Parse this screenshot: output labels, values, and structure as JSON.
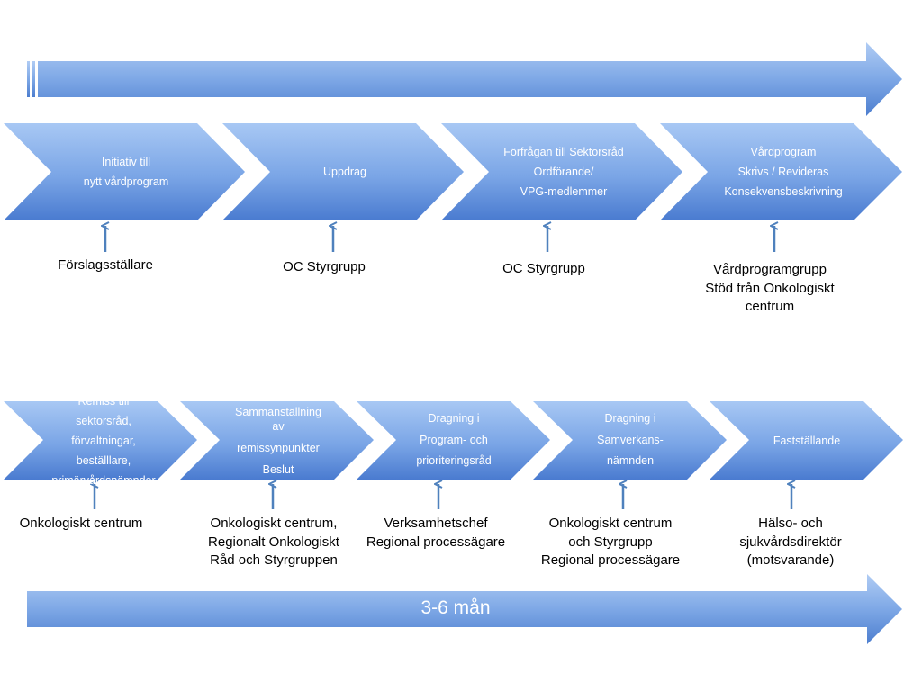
{
  "colors": {
    "chevron_light": "#a8c8f4",
    "chevron_dark": "#4a7bd0",
    "arrow_stroke": "#4f81bd",
    "text_white": "#ffffff",
    "text_black": "#000000"
  },
  "row1": [
    {
      "lines": [
        "Initiativ till",
        "nytt vårdprogram"
      ],
      "responsible": [
        "Förslagsställare"
      ]
    },
    {
      "lines": [
        "Uppdrag"
      ],
      "responsible": [
        "OC Styrgrupp"
      ]
    },
    {
      "lines": [
        "Förfrågan till Sektorsråd",
        "Ordförande/",
        "VPG-medlemmer"
      ],
      "responsible": [
        "OC Styrgrupp"
      ]
    },
    {
      "lines": [
        "Vårdprogram",
        "Skrivs / Revideras",
        "Konsekvensbeskrivning"
      ],
      "responsible": [
        "Vårdprogramgrupp",
        "Stöd från Onkologiskt",
        "centrum"
      ]
    }
  ],
  "row2": [
    {
      "lines": [
        "Remiss till",
        "sektorsråd,",
        "förvaltningar,",
        "beställlare,",
        "primärvårdsnämnder"
      ],
      "responsible": [
        "Onkologiskt centrum"
      ]
    },
    {
      "lines": [
        "Sammanställning",
        "av",
        "remissynpunkter",
        "Beslut"
      ],
      "responsible": [
        "Onkologiskt centrum,",
        "Regionalt Onkologiskt",
        "Råd och Styrgruppen"
      ]
    },
    {
      "lines": [
        "Dragning i",
        "Program- och",
        "prioriteringsråd"
      ],
      "responsible": [
        "Verksamhetschef",
        "Regional processägare"
      ]
    },
    {
      "lines": [
        "Dragning i",
        "Samverkans-",
        "nämnden"
      ],
      "responsible": [
        "Onkologiskt centrum",
        "och Styrgrupp",
        "Regional processägare"
      ]
    },
    {
      "lines": [
        "Fastställande"
      ],
      "responsible": [
        "Hälso- och",
        "sjukvårdsdirektör",
        "(motsvarande)"
      ]
    }
  ],
  "timeline": {
    "duration_label": "3-6 mån"
  }
}
